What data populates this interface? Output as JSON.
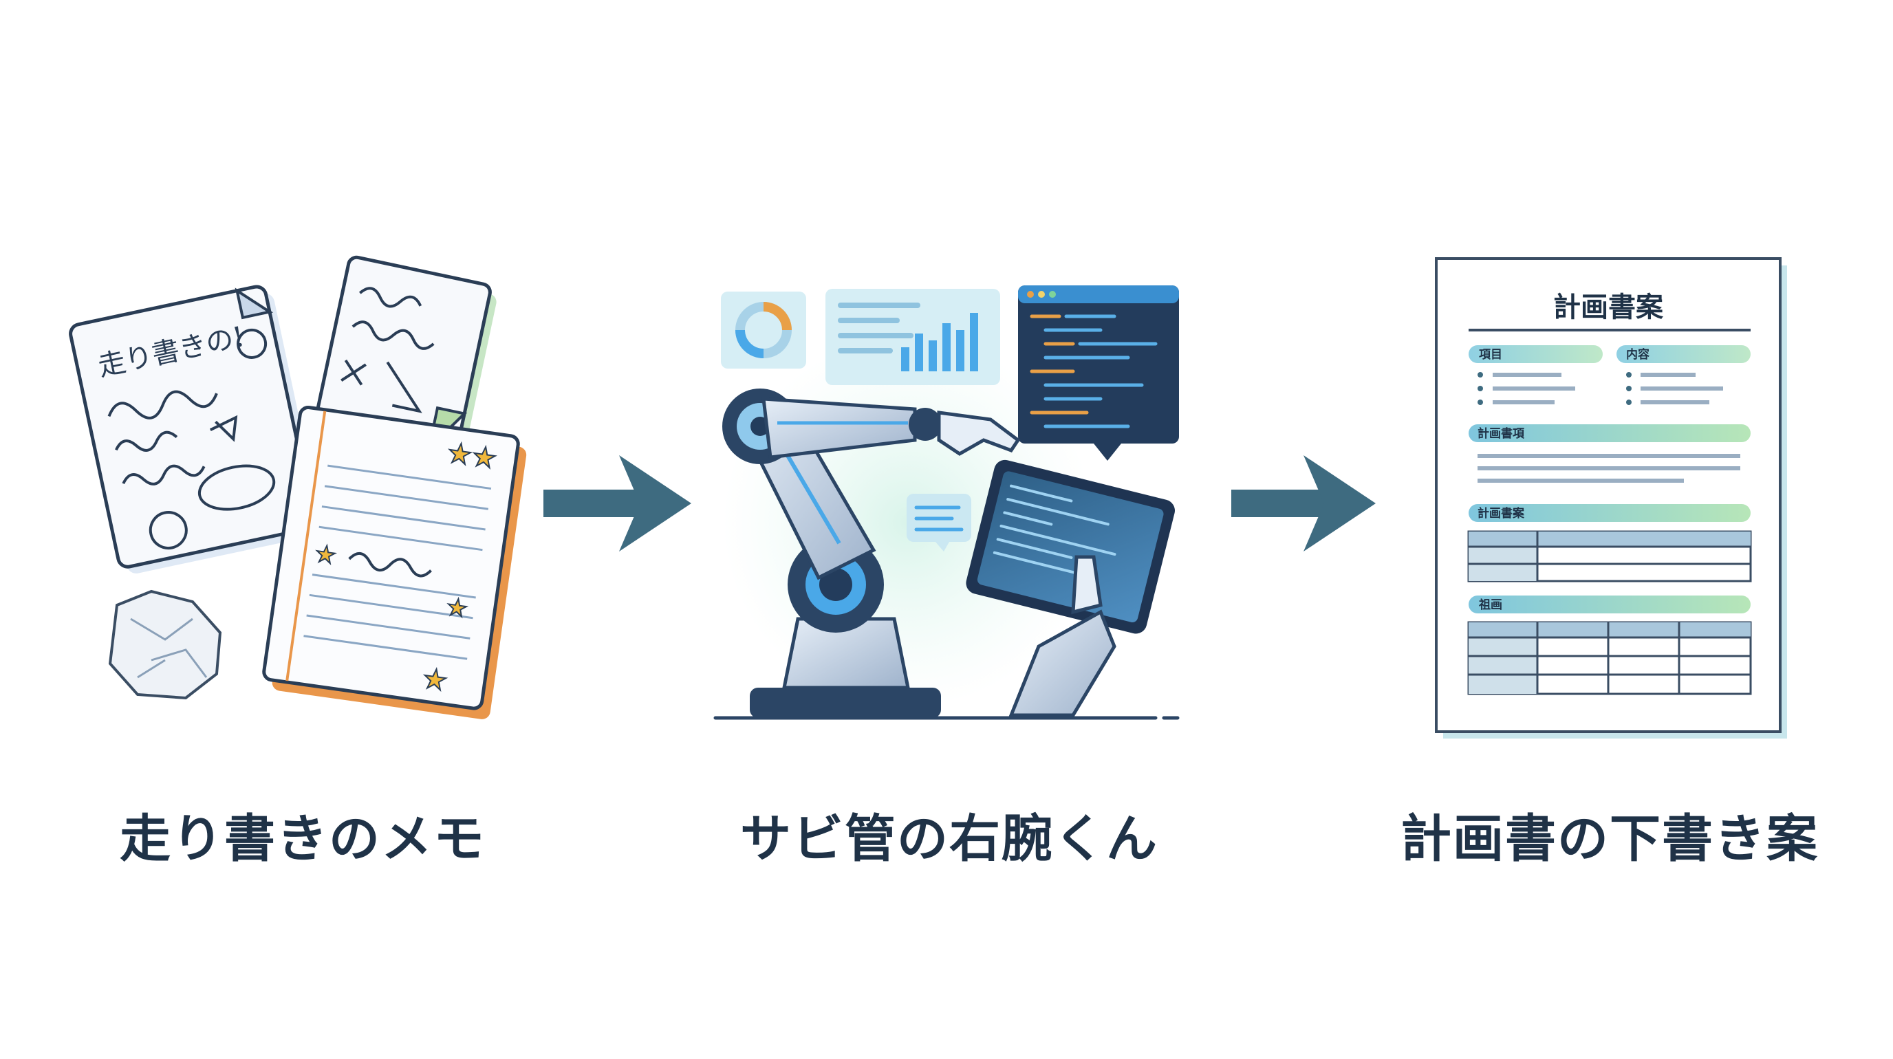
{
  "steps": [
    {
      "label": "走り書きのメモ",
      "icon": "memo-icon"
    },
    {
      "label": "サビ管の右腕くん",
      "icon": "robot-arm-icon"
    },
    {
      "label": "計画書の下書き案",
      "icon": "plan-document-icon"
    }
  ],
  "memo": {
    "handwriting": "走り書きの!"
  },
  "plan_doc": {
    "title": "計画書案",
    "header_col1": "項目",
    "header_col2": "内容",
    "section1": "計画書項",
    "section2": "計画書案",
    "section3": "祖画"
  },
  "colors": {
    "text_dark": "#1f3247",
    "arrow": "#3e6b80",
    "accent_blue": "#4aa8e8",
    "accent_orange": "#e9a047",
    "accent_green": "#a9e2b3"
  }
}
